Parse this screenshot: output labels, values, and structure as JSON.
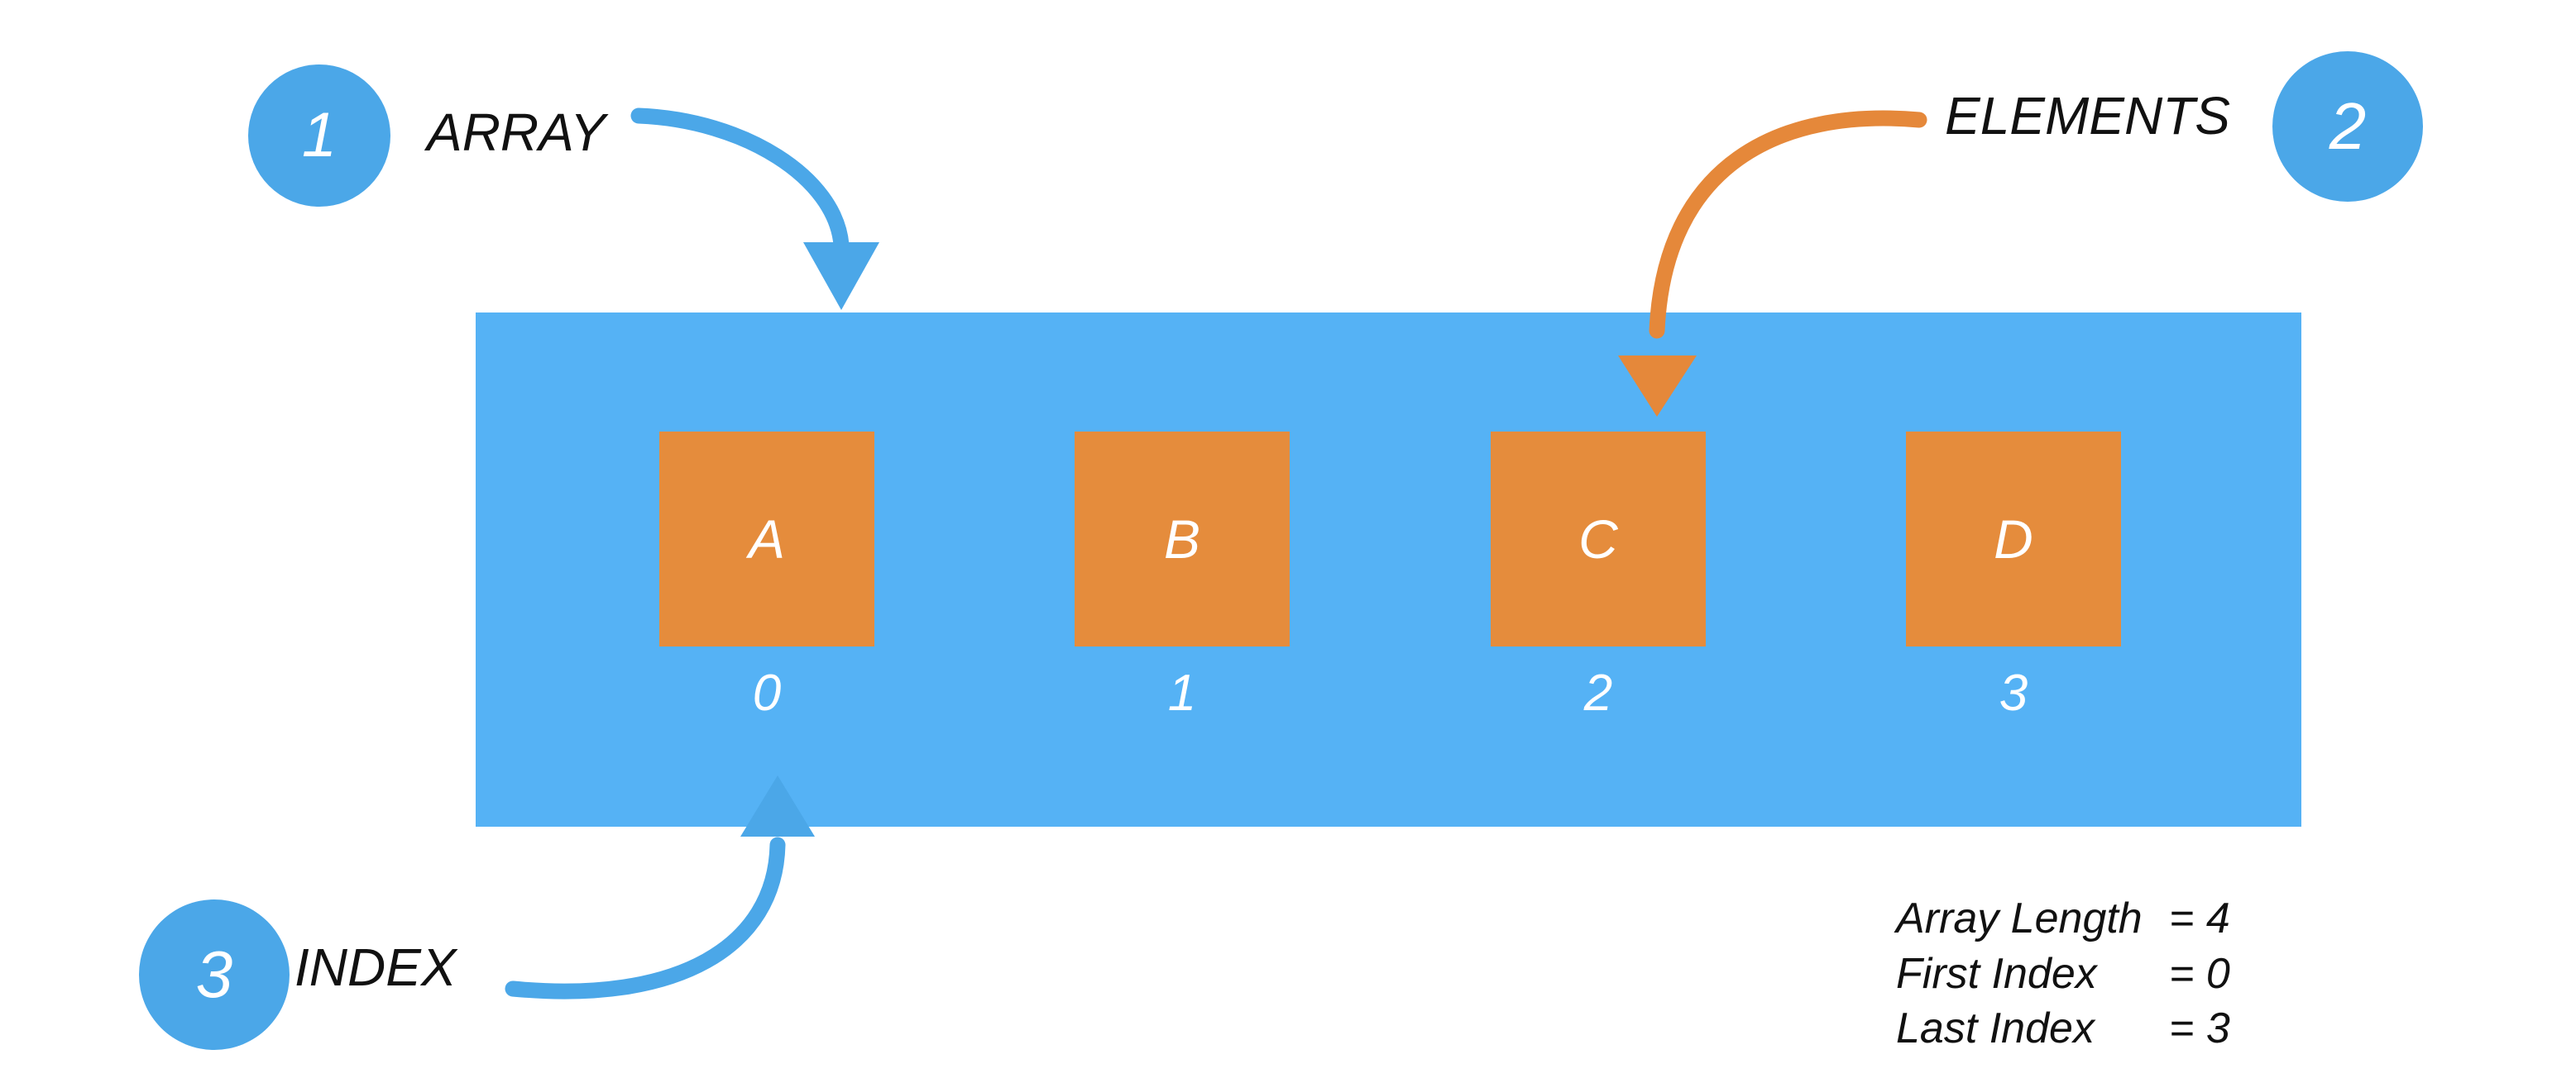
{
  "diagram": {
    "title_concepts": [
      "ARRAY",
      "ELEMENTS",
      "INDEX"
    ],
    "colors": {
      "panel_blue": "#55b2f5",
      "badge_blue": "#4ba7e8",
      "cell_orange": "#e58c3c",
      "arrow_blue": "#4ba7e8",
      "arrow_orange": "#e5883a",
      "text_dark": "#111111",
      "text_light": "#ffffff",
      "background": "#ffffff"
    }
  },
  "callouts": [
    {
      "number": "1",
      "label": "ARRAY"
    },
    {
      "number": "2",
      "label": "ELEMENTS"
    },
    {
      "number": "3",
      "label": "INDEX"
    }
  ],
  "array": {
    "cells": [
      {
        "value": "A",
        "index": "0"
      },
      {
        "value": "B",
        "index": "1"
      },
      {
        "value": "C",
        "index": "2"
      },
      {
        "value": "D",
        "index": "3"
      }
    ]
  },
  "stats": [
    {
      "label": "Array Length",
      "value": "= 4"
    },
    {
      "label": "First Index",
      "value": "= 0"
    },
    {
      "label": "Last Index",
      "value": "= 3"
    }
  ]
}
